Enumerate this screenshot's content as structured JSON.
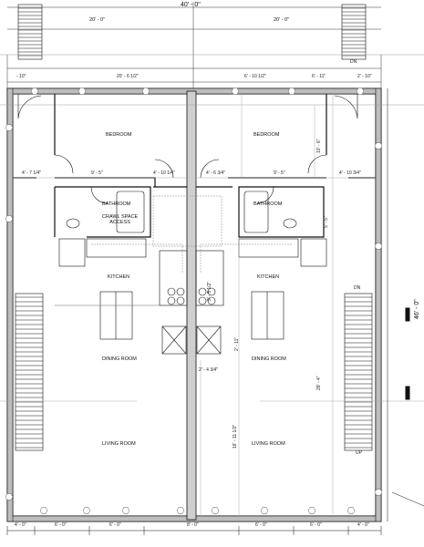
{
  "overall": {
    "width_top": "40' - 0\"",
    "depth_right": "46' - 0\""
  },
  "top_dims": {
    "left_half": "20' - 0\"",
    "right_half": "20' - 0\""
  },
  "second_dims": {
    "left_small": "- 10\"",
    "left_run": "20' - 6 1/2\"",
    "right_run": "6' - 10 1/2\"",
    "right_mid": "6' - 11\"",
    "right_end": "2' - 10\""
  },
  "rooms": {
    "bedroom_left": "BEDROOM",
    "bedroom_right": "BEDROOM",
    "bathroom_left": "BATHROOM",
    "bathroom_right": "BATHROOM",
    "crawl_space": "CRAWL SPACE\nACCESS",
    "kitchen_left": "KITCHEN",
    "kitchen_right": "KITCHEN",
    "dining_left": "DINING ROOM",
    "dining_right": "DINING ROOM",
    "living_left": "LIVING ROOM",
    "living_right": "LIVING ROOM"
  },
  "interior_dims": {
    "left_bed_w": "4' - 7 1/4\"",
    "left_bath_w": "9' - 5\"",
    "left_mid": "4' - 10 1/4\"",
    "right_mid": "4' - 6 3/4\"",
    "right_bath_w": "9' - 5\"",
    "right_bed_w": "4' - 10 3/4\"",
    "right_bed_depth": "10' - 6\"",
    "right_side_small": "5' - 5\"",
    "kitchen_center": "9' - 5 1/2\"",
    "dining_center": "2' - 11\"",
    "hall_small": "2' - 4 3/4\"",
    "living_depth": "16' - 11 1/2\"",
    "right_total": "29' - 4\""
  },
  "stair_labels": {
    "dn_top": "DN",
    "dn_right": "DN",
    "up_right": "UP"
  },
  "bottom_dims": [
    "4' - 0\"",
    "6' - 0\"",
    "6' - 0\"",
    "8' - 0\"",
    "6' - 0\"",
    "6' - 0\"",
    "4' - 0\""
  ],
  "colors": {
    "wall": "#555555",
    "line": "#111111",
    "light": "#aaaaaa"
  }
}
